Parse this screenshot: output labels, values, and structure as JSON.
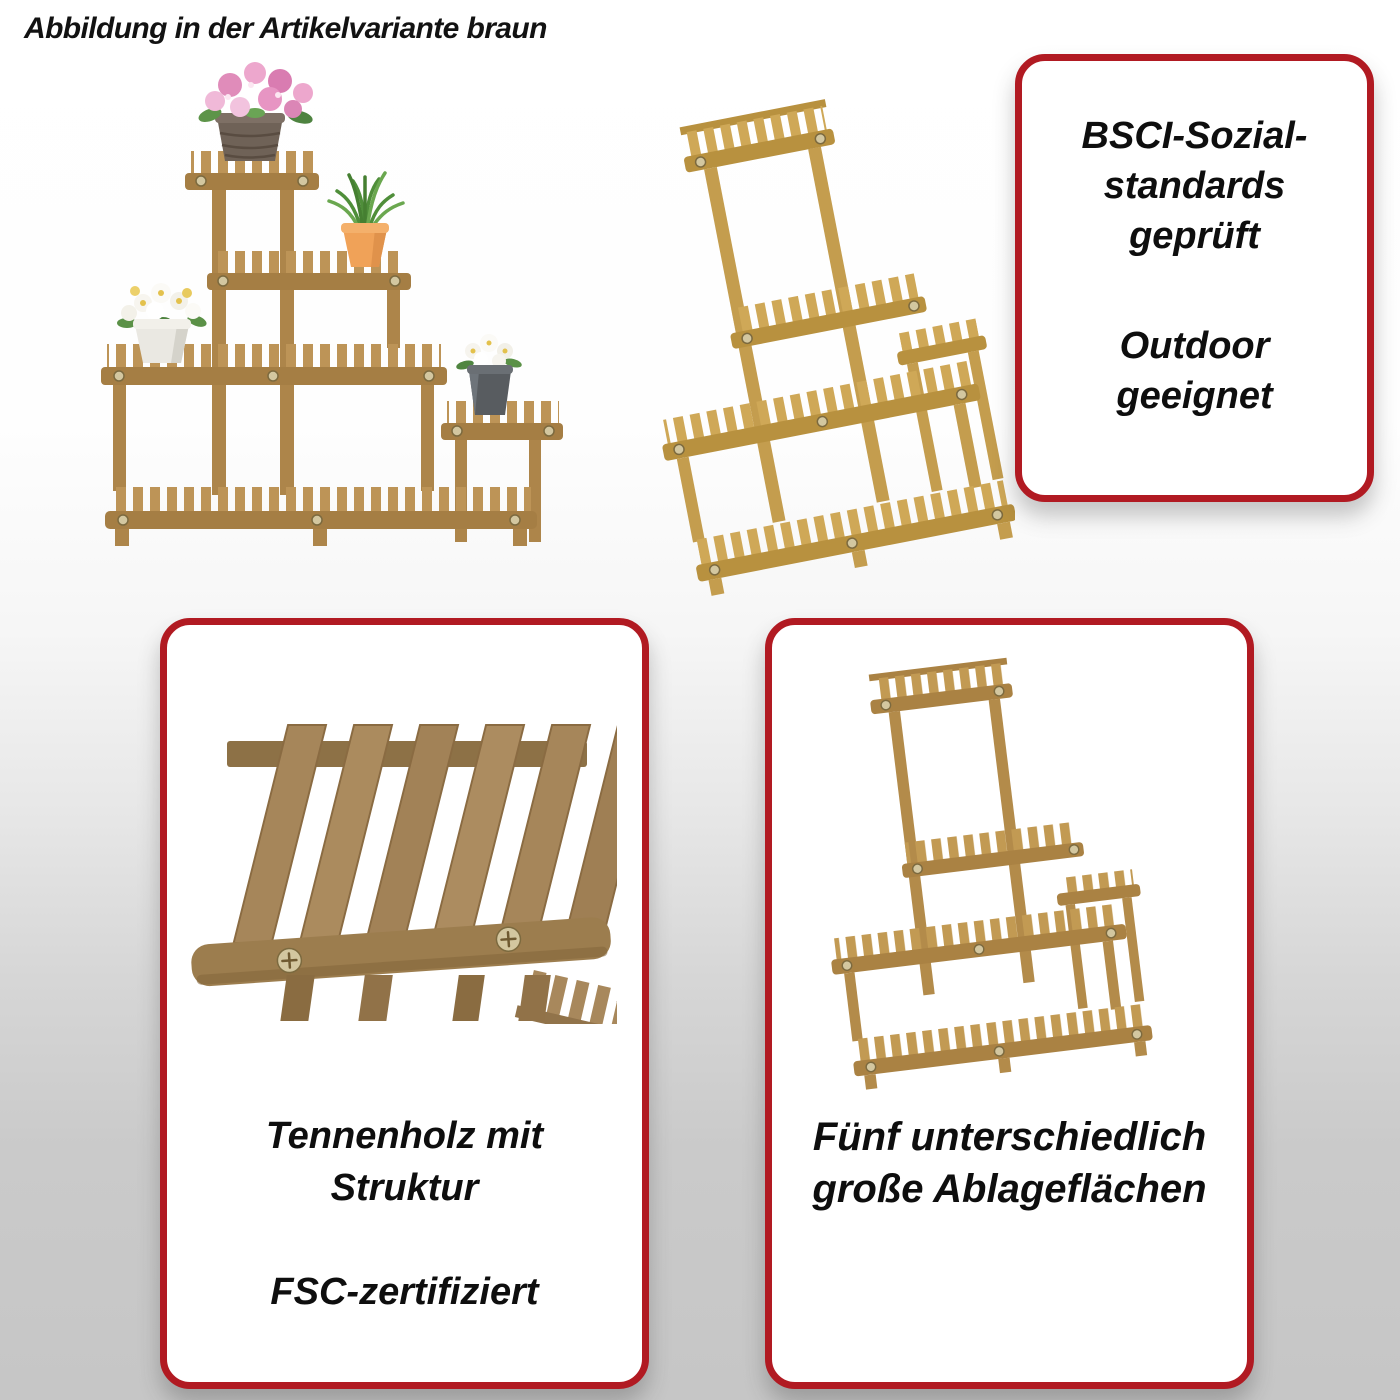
{
  "page": {
    "title": "Abbildung in der Artikelvariante braun"
  },
  "colors": {
    "accent_red": "#b11a22",
    "background_top": "#ffffff",
    "background_bottom": "#c6c6c6",
    "wood_tone": "#bd9457",
    "text": "#0e0e0e"
  },
  "badge_bsci": {
    "line1": "BSCI-Sozial-",
    "line2": "standards",
    "line3": "geprüft",
    "line4": "Outdoor",
    "line5": "geeignet"
  },
  "badge_material": {
    "line1": "Tennenholz mit",
    "line2": "Struktur",
    "line3": "FSC-zertifiziert"
  },
  "badge_shelves": {
    "line1": "Fünf unterschiedlich",
    "line2": "große Ablageflächen"
  }
}
